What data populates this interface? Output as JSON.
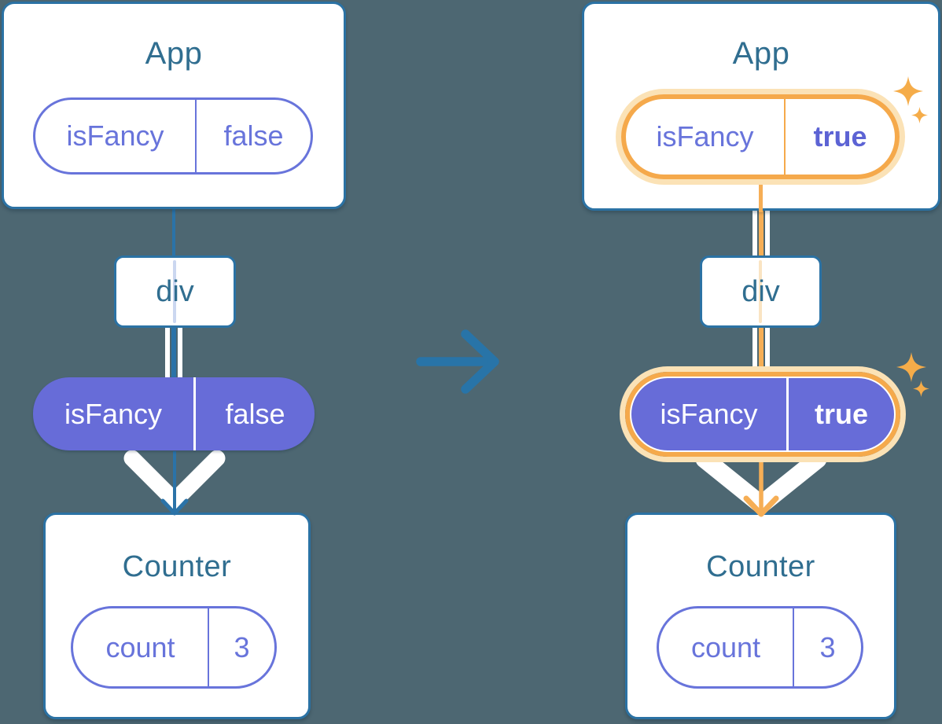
{
  "page": {
    "background": "#4D6772",
    "description": "Two React component trees showing isFancy prop passing from App through div to Counter, before (false) and after (true) with highlight"
  },
  "colors": {
    "blue_stroke": "#2B72A4",
    "heading_text": "#306E90",
    "purple_fill": "#676CD8",
    "purple_stroke": "#6874DB",
    "purple_bold_text": "#5C63D4",
    "orange_ring": "#F5A94B",
    "orange_glow": "#FBE2B6",
    "orange_line": "#F6AE55",
    "sparkle": "#F5AC49",
    "lavender_line": "#CBD7F0",
    "light_orange_line": "#FAE4C3"
  },
  "before": {
    "app": {
      "title": "App",
      "state": {
        "key": "isFancy",
        "value": "false"
      }
    },
    "div": {
      "label": "div"
    },
    "prop": {
      "key": "isFancy",
      "value": "false"
    },
    "counter": {
      "title": "Counter",
      "state": {
        "key": "count",
        "value": "3"
      }
    }
  },
  "after": {
    "app": {
      "title": "App",
      "state": {
        "key": "isFancy",
        "value": "true"
      }
    },
    "div": {
      "label": "div"
    },
    "prop": {
      "key": "isFancy",
      "value": "true"
    },
    "counter": {
      "title": "Counter",
      "state": {
        "key": "count",
        "value": "3"
      }
    }
  }
}
